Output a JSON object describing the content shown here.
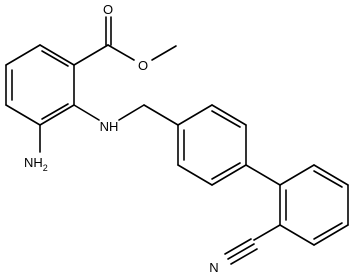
{
  "molecule": {
    "atoms": {
      "carbonyl_o": "O",
      "ester_o": "O",
      "amine_nh": "NH",
      "amino_n": "NH",
      "amino_sub": "2",
      "nitrile_n": "N"
    }
  }
}
